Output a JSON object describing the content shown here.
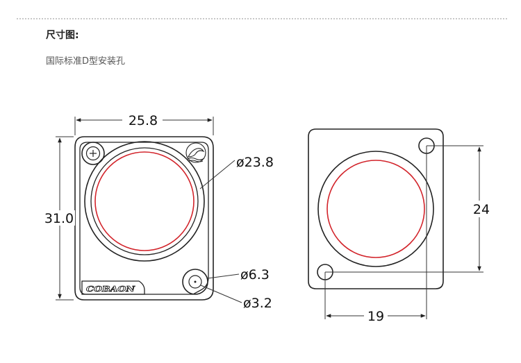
{
  "header": {
    "title": "尺寸图:",
    "subtitle": "国际标准D型安装孔"
  },
  "drawing_left": {
    "width_label": "25.8",
    "height_label": "31.0",
    "outer_diameter_label": "ø23.8",
    "screw_head_label": "ø6.3",
    "screw_hole_label": "ø3.2",
    "logo_text": "COBAON"
  },
  "drawing_right": {
    "vertical_spacing_label": "24",
    "horizontal_spacing_label": "19"
  },
  "colors": {
    "line": "#222222",
    "accent_ring": "#d2232a",
    "dim_line": "#333333"
  }
}
